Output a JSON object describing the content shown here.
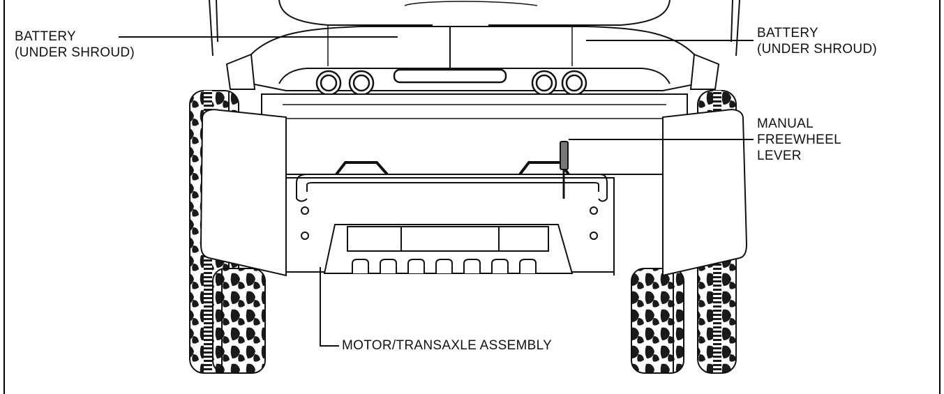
{
  "labels": {
    "battery_left": {
      "line1": "BATTERY",
      "line2": "(UNDER SHROUD)"
    },
    "battery_right": {
      "line1": "BATTERY",
      "line2": "(UNDER SHROUD)"
    },
    "freewheel_lever": {
      "line1": "MANUAL",
      "line2": "FREEWHEEL",
      "line3": "LEVER"
    },
    "motor_transaxle": "MOTOR/TRANSAXLE ASSEMBLY"
  },
  "colors": {
    "line": "#111111",
    "background": "#ffffff",
    "tire_tread": "#1a1a1a"
  }
}
